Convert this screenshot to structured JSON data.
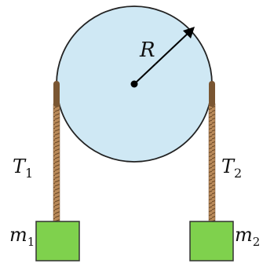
{
  "diagram": {
    "labels": {
      "radius": "R",
      "tension_1_main": "T",
      "tension_1_sub": "1",
      "tension_2_main": "T",
      "tension_2_sub": "2",
      "mass_1_main": "m",
      "mass_1_sub": "1",
      "mass_2_main": "m",
      "mass_2_sub": "2"
    },
    "colors": {
      "pulley_fill": "#cfe8f4",
      "pulley_stroke": "#222222",
      "rope_fill": "#b98a5a",
      "rope_stroke": "#7a5632",
      "block_fill": "#7fd14d",
      "block_stroke": "#333333",
      "text": "#111111"
    }
  }
}
